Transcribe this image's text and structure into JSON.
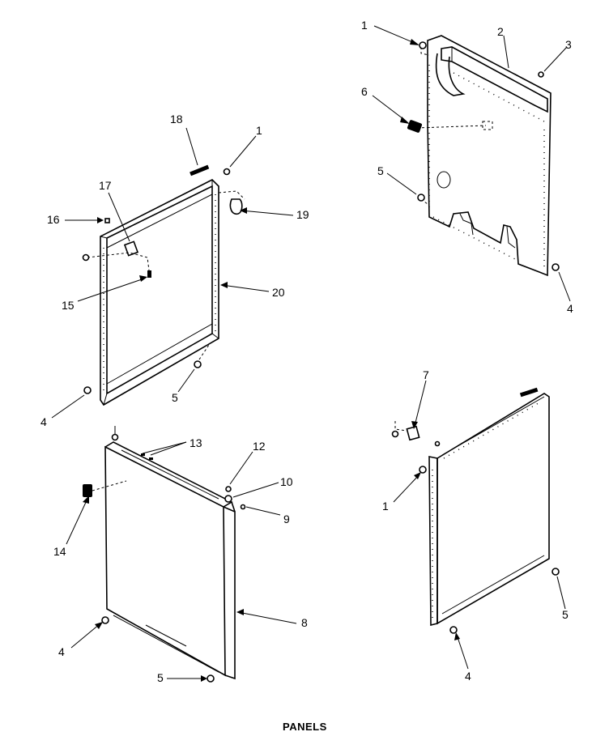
{
  "caption": "PANELS",
  "callouts": {
    "tr": {
      "c1": "1",
      "c2": "2",
      "c3": "3",
      "c6": "6",
      "c5": "5",
      "c4": "4"
    },
    "tl": {
      "c18": "18",
      "c1": "1",
      "c17": "17",
      "c16": "16",
      "c19": "19",
      "c15": "15",
      "c20": "20",
      "c4": "4",
      "c5": "5"
    },
    "bl": {
      "c13": "13",
      "c12": "12",
      "c10": "10",
      "c9": "9",
      "c14": "14",
      "c8": "8",
      "c4": "4",
      "c5": "5"
    },
    "br": {
      "c7": "7",
      "c1": "1",
      "c5": "5",
      "c4": "4"
    }
  }
}
